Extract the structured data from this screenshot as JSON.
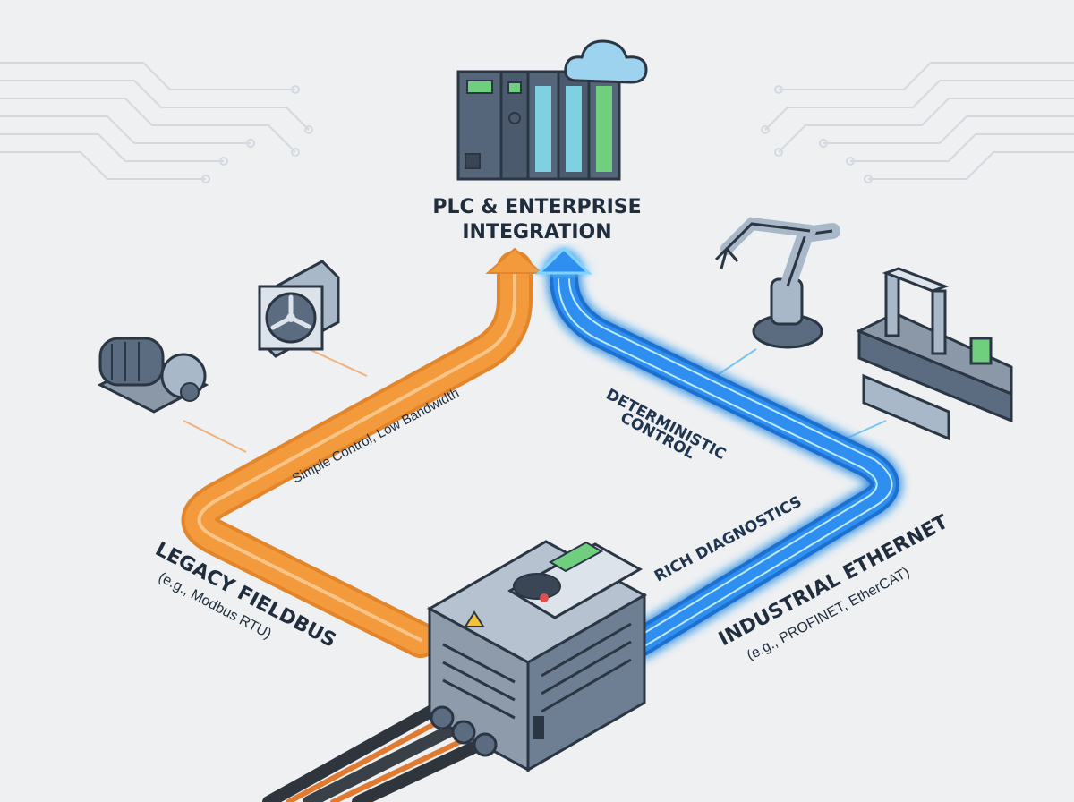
{
  "hub": {
    "title_line1": "PLC & ENTERPRISE",
    "title_line2": "INTEGRATION"
  },
  "legacy": {
    "title": "LEGACY FIELDBUS",
    "subtitle": "(e.g., Modbus RTU)",
    "path_label": "Simple Control, Low Bandwidth"
  },
  "ethernet": {
    "title": "INDUSTRIAL ETHERNET",
    "subtitle": "(e.g., PROFINET, EtherCAT)",
    "label_control_1": "DETERMINISTIC",
    "label_control_2": "CONTROL",
    "label_diagnostics": "RICH DIAGNOSTICS"
  },
  "colors": {
    "legacy_path": "#f39a3c",
    "ethernet_path": "#2f8ff0",
    "ethernet_glow": "#7fd3ff",
    "device_body": "#55657a",
    "device_light": "#a9b8c8",
    "screen_green": "#6fcf7f"
  }
}
